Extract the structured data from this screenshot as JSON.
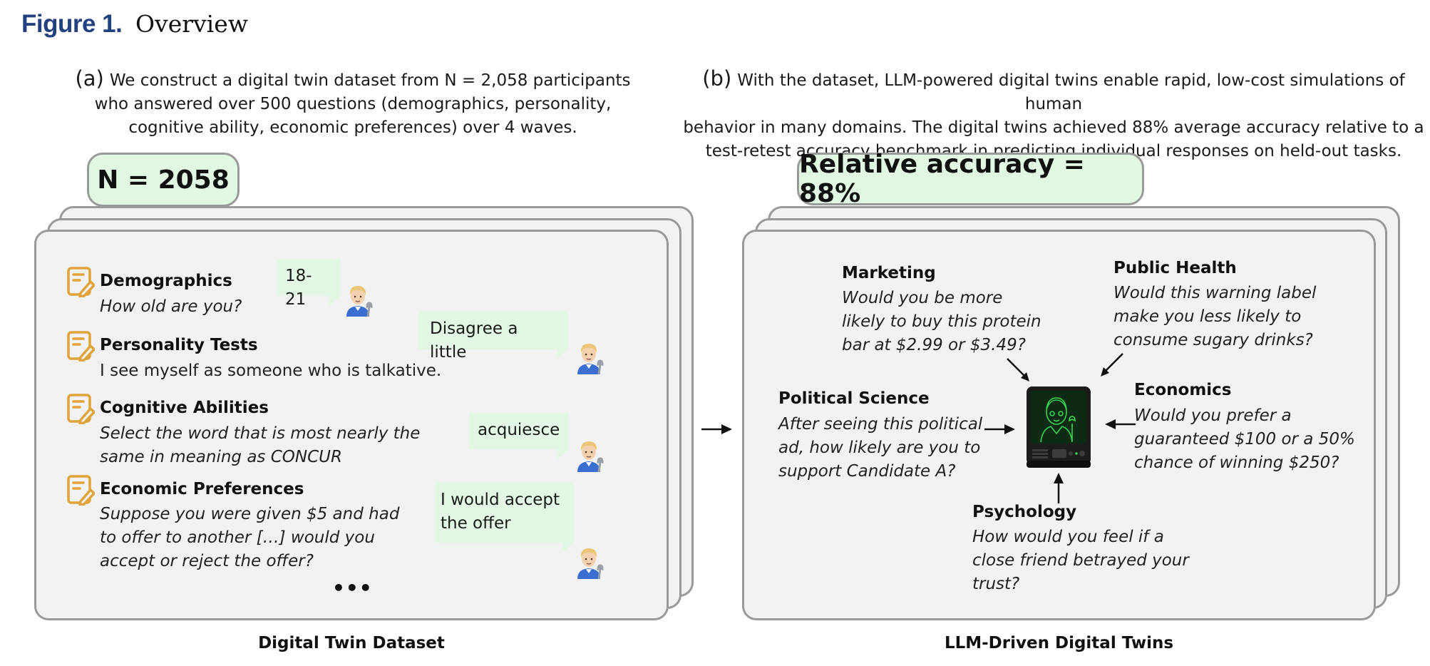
{
  "figure": {
    "label": "Figure 1.",
    "title": "Overview"
  },
  "panel_a": {
    "letter": "(a)",
    "description_lines": [
      "We construct a digital twin dataset from N = 2,058 participants",
      "who answered over 500 questions (demographics, personality,",
      "cognitive ability, economic preferences) over 4 waves."
    ],
    "tag": "N = 2058",
    "caption": "Digital Twin Dataset",
    "items": [
      {
        "icon": "note-pencil-icon",
        "title": "Demographics",
        "question_lines": [
          "How old are you?"
        ],
        "italic": true,
        "answer_lines": [
          "18-21"
        ],
        "answer_avatar": "mechanic-emoji"
      },
      {
        "icon": "note-pencil-icon",
        "title": "Personality Tests",
        "question_lines": [
          "I see myself as someone who is talkative."
        ],
        "italic": false,
        "answer_lines": [
          "Disagree a little"
        ],
        "answer_avatar": "mechanic-emoji"
      },
      {
        "icon": "note-pencil-icon",
        "title": "Cognitive Abilities",
        "question_lines": [
          "Select the word that is most nearly the",
          "same in meaning as CONCUR"
        ],
        "italic": true,
        "answer_lines": [
          "acquiesce"
        ],
        "answer_avatar": "mechanic-emoji"
      },
      {
        "icon": "note-pencil-icon",
        "title": "Economic Preferences",
        "question_lines": [
          "Suppose you were given $5 and had",
          "to offer to another […] would you",
          "accept or reject the offer?"
        ],
        "italic": true,
        "answer_lines": [
          "I would accept",
          "the offer"
        ],
        "answer_avatar": "mechanic-emoji"
      }
    ],
    "ellipsis": "•••"
  },
  "panel_b": {
    "letter": "(b)",
    "description_lines": [
      "With the dataset, LLM-powered digital twins enable rapid, low-cost simulations of human",
      "behavior in many domains. The digital twins achieved 88% average accuracy relative to a",
      "test-retest accuracy benchmark in predicting individual responses on held-out tasks."
    ],
    "tag": "Relative accuracy = 88%",
    "caption": "LLM-Driven Digital Twins",
    "center_icon": "retro-computer-digital-twin-icon",
    "domains": [
      {
        "title": "Marketing",
        "question_lines": [
          "Would you be more",
          "likely to buy this protein",
          "bar at $2.99 or $3.49?"
        ]
      },
      {
        "title": "Public Health",
        "question_lines": [
          "Would this warning label",
          "make you less likely to",
          "consume sugary drinks?"
        ]
      },
      {
        "title": "Political Science",
        "question_lines": [
          "After seeing this political",
          "ad, how likely are you to",
          "support Candidate A?"
        ]
      },
      {
        "title": "Economics",
        "question_lines": [
          "Would you prefer a",
          "guaranteed $100 or a 50%",
          "chance of winning $250?"
        ]
      },
      {
        "title": "Psychology",
        "question_lines": [
          "How would you feel if a",
          "close friend betrayed your",
          "trust?"
        ]
      }
    ]
  },
  "colors": {
    "figure_label": "#23417f",
    "tag_fill": "#e1f8e3",
    "card_fill": "#f2f2f2",
    "card_border": "#9a9a9a",
    "icon_orange": "#e0a43a",
    "bubble_fill": "#e3f8e4",
    "screen_green": "#39d353"
  }
}
